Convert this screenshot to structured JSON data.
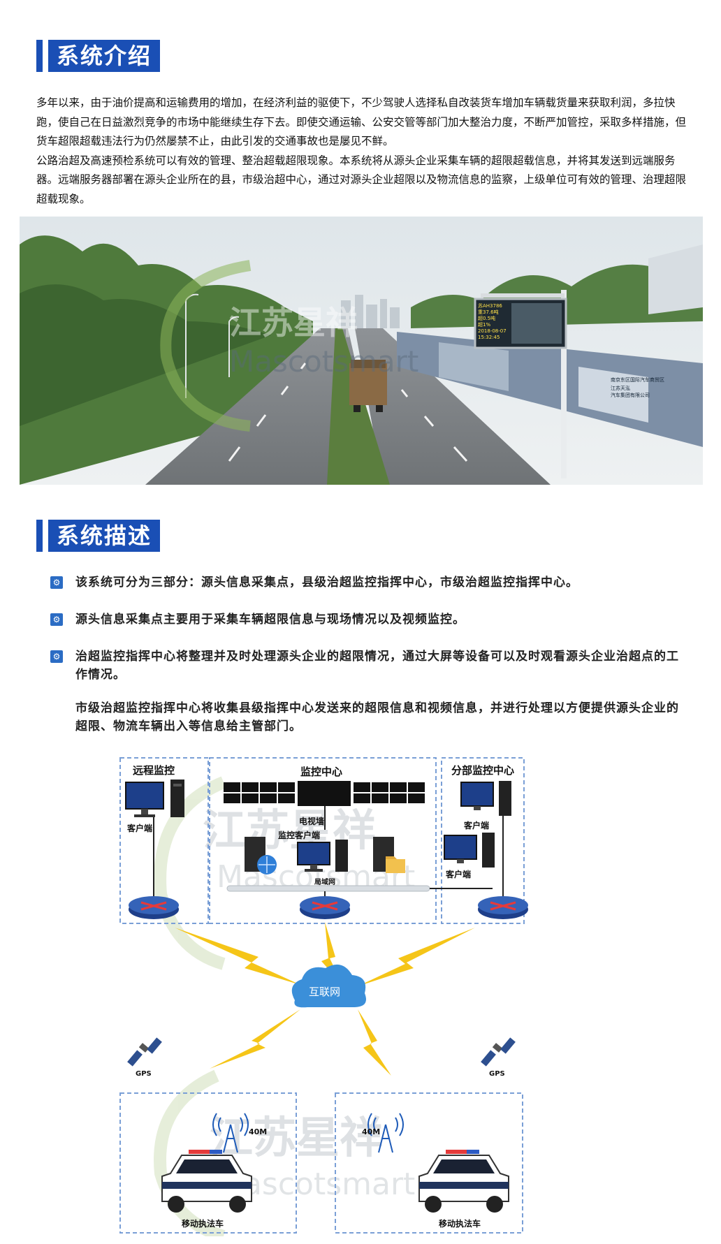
{
  "section1": {
    "title": "系统介绍"
  },
  "intro": {
    "paragraph1": "多年以来，由于油价提高和运输费用的增加，在经济利益的驱使下，不少驾驶人选择私自改装货车增加车辆载货量来获取利润，多拉快跑，使自己在日益激烈竞争的市场中能继续生存下去。即使交通运输、公安交管等部门加大整治力度，不断严加管控，采取多样措施，但货车超限超载违法行为仍然屡禁不止，由此引发的交通事故也是屡见不鲜。",
    "paragraph2": "公路治超及高速预检系统可以有效的管理、整治超载超限现象。本系统将从源头企业采集车辆的超限超载信息，并将其发送到远端服务器。远端服务器部署在源头企业所在的县，市级治超中心，通过对源头企业超限以及物流信息的监察，上级单位可有效的管理、治理超限超载现象。"
  },
  "photo": {
    "sign_lines": [
      "苏AH3786",
      "重37.6吨",
      "超0.5吨",
      "超1%",
      "2018-08-07",
      "15:32:45"
    ],
    "billboard_lines": [
      "南京东区国际汽车商贸区",
      "江苏天泓",
      "汽车集团有限公司"
    ]
  },
  "watermark": {
    "brand_cn": "江苏星祥",
    "brand_en": "Mascotsmart"
  },
  "section2": {
    "title": "系统描述"
  },
  "description": {
    "item1": "该系统可分为三部分：源头信息采集点，县级治超监控指挥中心，市级治超监控指挥中心。",
    "item2": "源头信息采集点主要用于采集车辆超限信息与现场情况以及视频监控。",
    "item3": "治超监控指挥中心将整理并及时处理源头企业的超限情况，通过大屏等设备可以及时观看源头企业治超点的工作情况。",
    "item4": "市级治超监控指挥中心将收集县级指挥中心发送来的超限信息和视频信息，并进行处理以方便提供源头企业的超限、物流车辆出入等信息给主管部门。"
  },
  "diagram": {
    "remote_title": "远程监控",
    "remote_client": "客户端",
    "center_title": "监控中心",
    "tv_wall": "电视墙",
    "monitor_client": "监控客户端",
    "lan": "局域网",
    "branch_title": "分部监控中心",
    "branch_client1": "客户端",
    "branch_client2": "客户端",
    "internet": "互联网",
    "gps_left": "GPS",
    "gps_right": "GPS",
    "signal_left": "40M",
    "signal_right": "40M",
    "vehicle_left": "移动执法车",
    "vehicle_right": "移动执法车"
  },
  "colors": {
    "accent": "#1a4fb5",
    "gear": "#2b6cc4",
    "bolt": "#f5c518",
    "cloud": "#3b8fd9",
    "dash": "#7a9fd6"
  }
}
